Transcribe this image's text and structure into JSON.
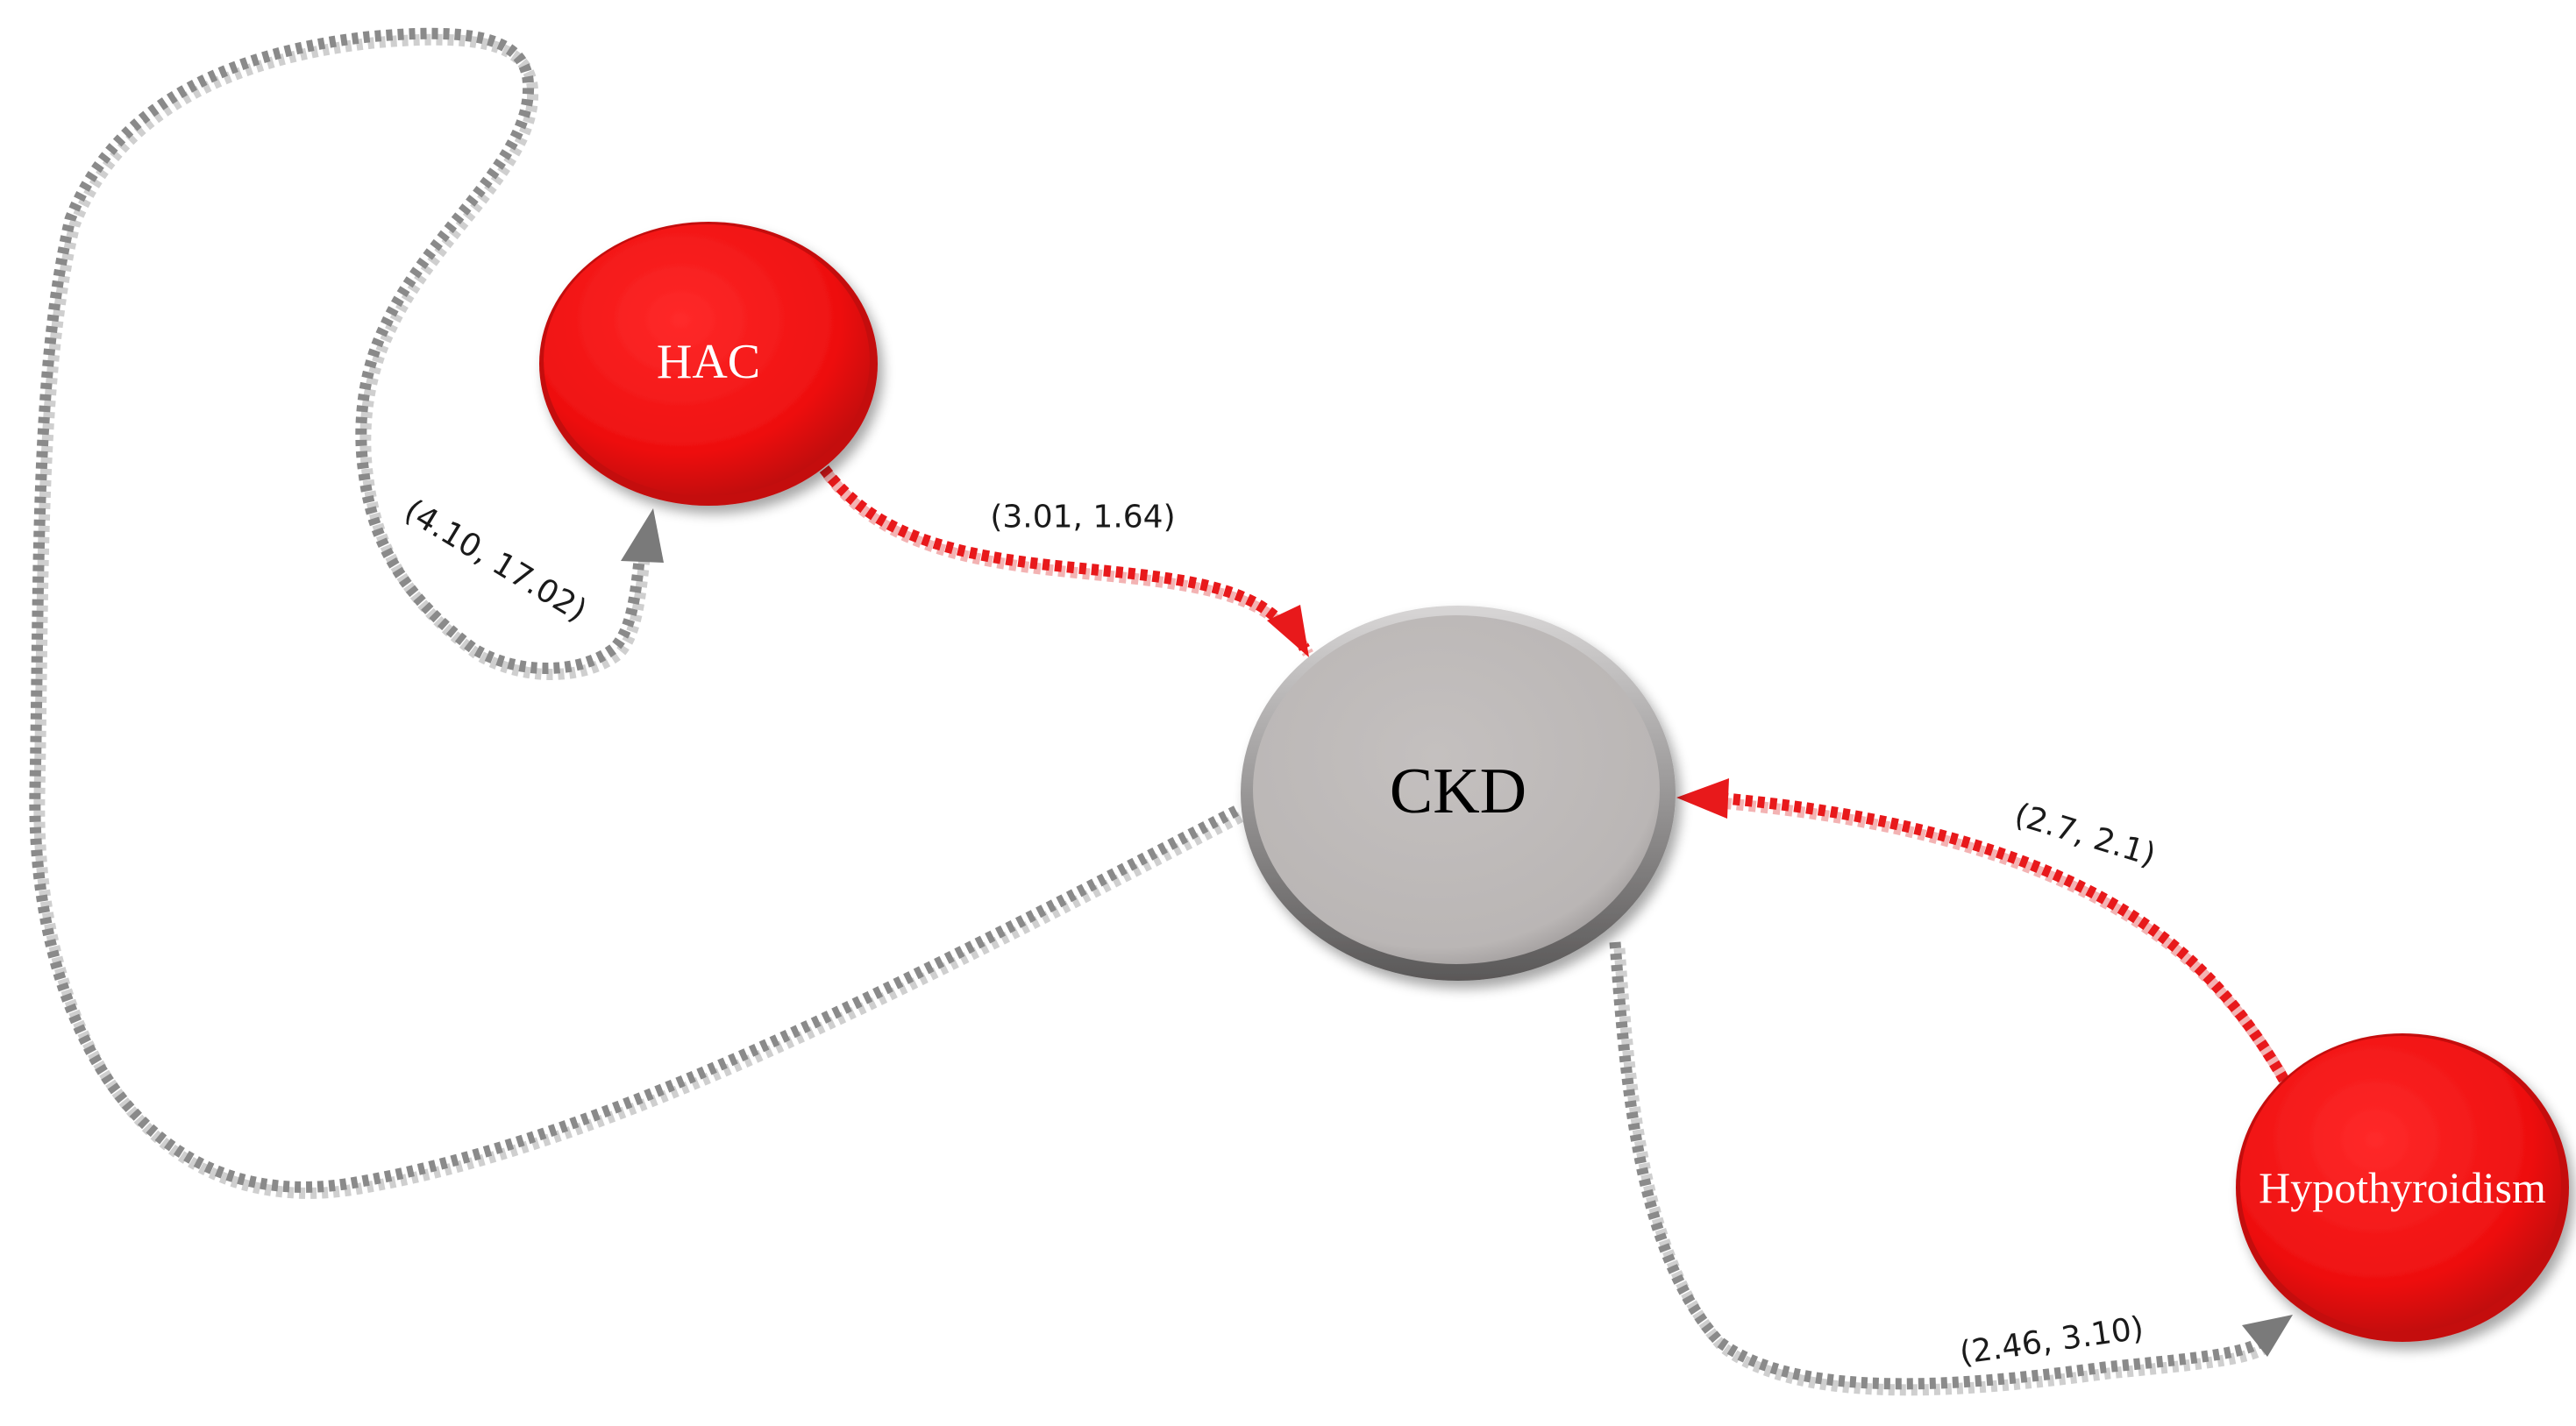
{
  "colors": {
    "cause_node": "#ee1111",
    "target_node": "#bdb9b8",
    "red_edge": "#e8191b",
    "grey_edge": "#8a8a8a"
  },
  "nodes": {
    "hac": {
      "label": "HAC"
    },
    "ckd": {
      "label": "CKD"
    },
    "hypothyroidism": {
      "label": "Hypothyroidism"
    }
  },
  "edges": {
    "hac_to_ckd": {
      "label": "(3.01,  1.64)"
    },
    "ckd_to_hac": {
      "label": "(4.10,  17.02)"
    },
    "hypothyroidism_to_ckd": {
      "label": "(2.7,  2.1)"
    },
    "ckd_to_hypothyroidism": {
      "label": "(2.46,  3.10)"
    }
  }
}
